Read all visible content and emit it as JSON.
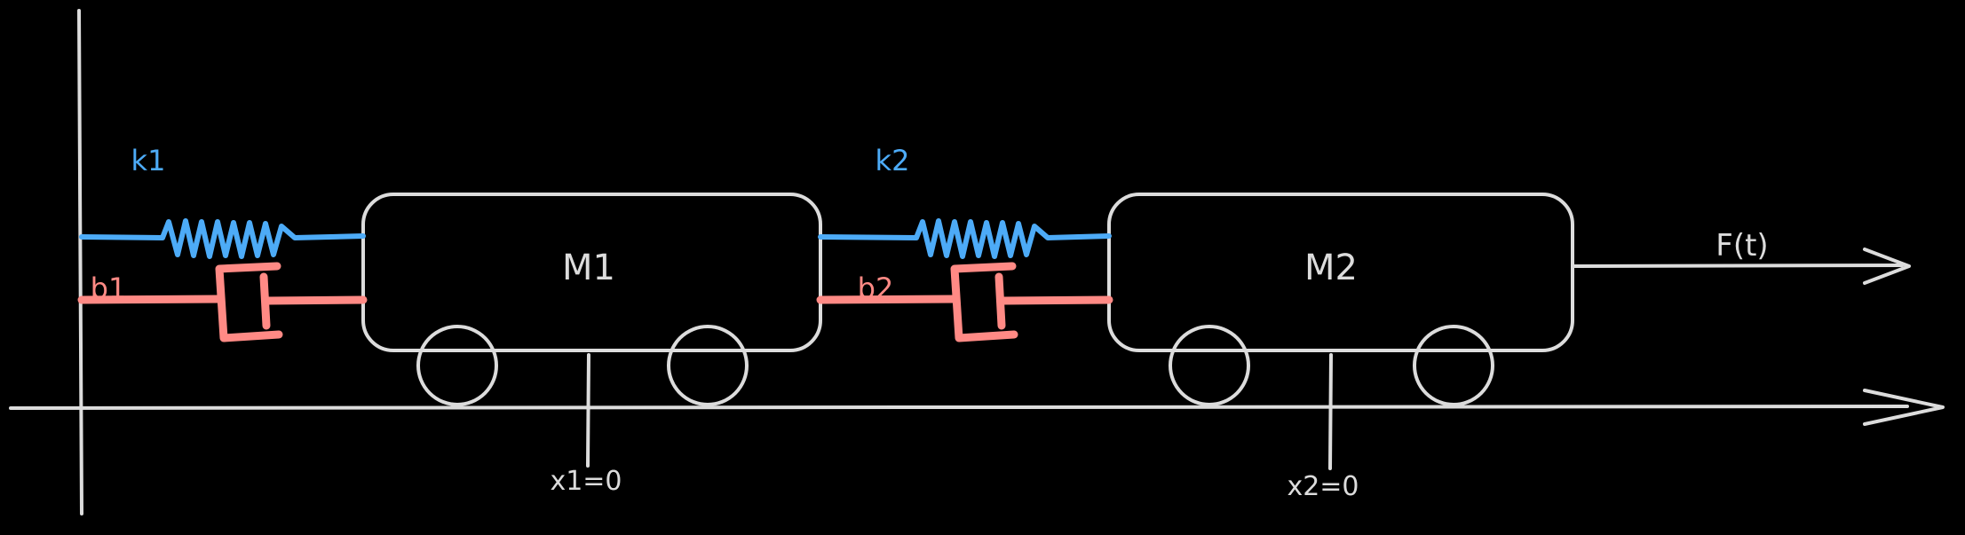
{
  "diagram": {
    "title_semantic": "two-mass spring-damper system diagram",
    "background": "#000000",
    "colors": {
      "ink": "#dcdcdc",
      "spring": "#4dabf7",
      "damper": "#ff8a85"
    },
    "labels": {
      "spring1": "k1",
      "spring2": "k2",
      "damper1": "b1",
      "damper2": "b2",
      "mass1": "M1",
      "mass2": "M2",
      "force": "F(t)",
      "origin1": "x1=0",
      "origin2": "x2=0"
    }
  }
}
